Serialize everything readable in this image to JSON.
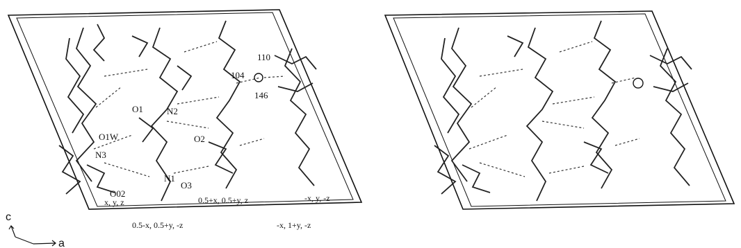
{
  "left_panel": {
    "atom_labels": [
      "O1",
      "N2",
      "O1W",
      "N3",
      "O2",
      "N1",
      "O3",
      "O02"
    ],
    "bond_distance_labels": [
      "110",
      "104",
      "146"
    ],
    "symmetry_labels": [
      "x, y, z",
      "0.5+x, 0.5+y, z",
      "-x, y, -z",
      "0.5-x, 0.5+y, -z",
      "-x, 1+y, -z"
    ]
  },
  "axes": {
    "vertical": "c",
    "horizontal": "a"
  }
}
